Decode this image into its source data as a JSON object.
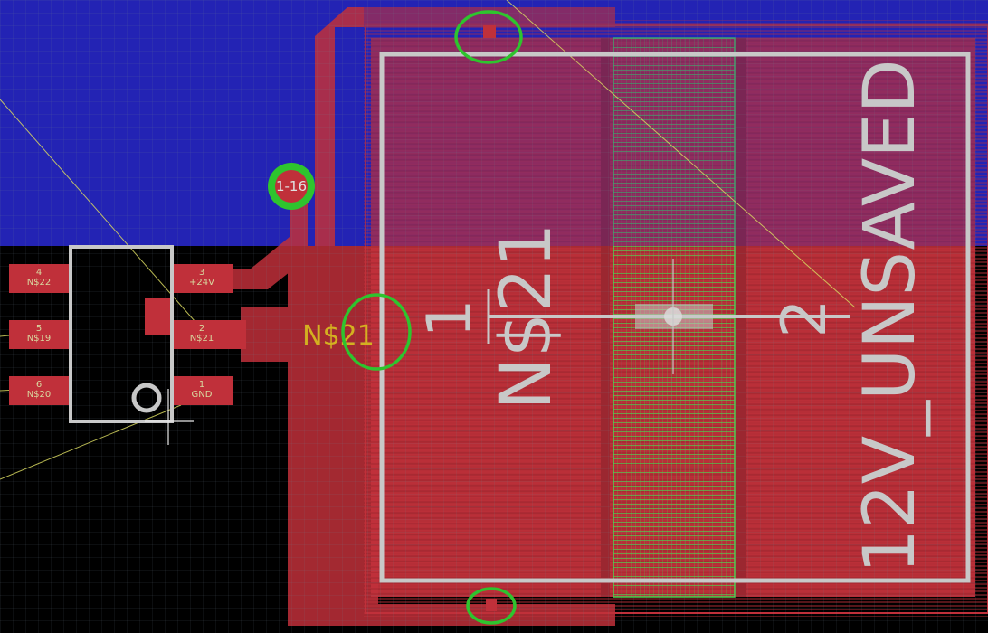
{
  "colors": {
    "background": "#000000",
    "bottom_layer": "#2323b4",
    "top_copper": "#c0303a",
    "silkscreen": "#c8c8c8",
    "ratsnest": "#d8d860",
    "drc_marker": "#2ec42e",
    "net_label": "#d4b020",
    "grid": "#6e7e8e"
  },
  "via": {
    "label": "1-16"
  },
  "net_label": {
    "text": "N$21"
  },
  "component_pads": [
    {
      "number": "4",
      "net": "N$22"
    },
    {
      "number": "5",
      "net": "N$19"
    },
    {
      "number": "6",
      "net": "N$20"
    },
    {
      "number": "3",
      "net": "+24V"
    },
    {
      "number": "2",
      "net": "N$21"
    },
    {
      "number": "1",
      "net": "GND"
    }
  ],
  "large_part": {
    "pad_left_number": "1",
    "pad_right_number": "2",
    "net_name": "N$21",
    "value": "12V_UNSAVED"
  }
}
